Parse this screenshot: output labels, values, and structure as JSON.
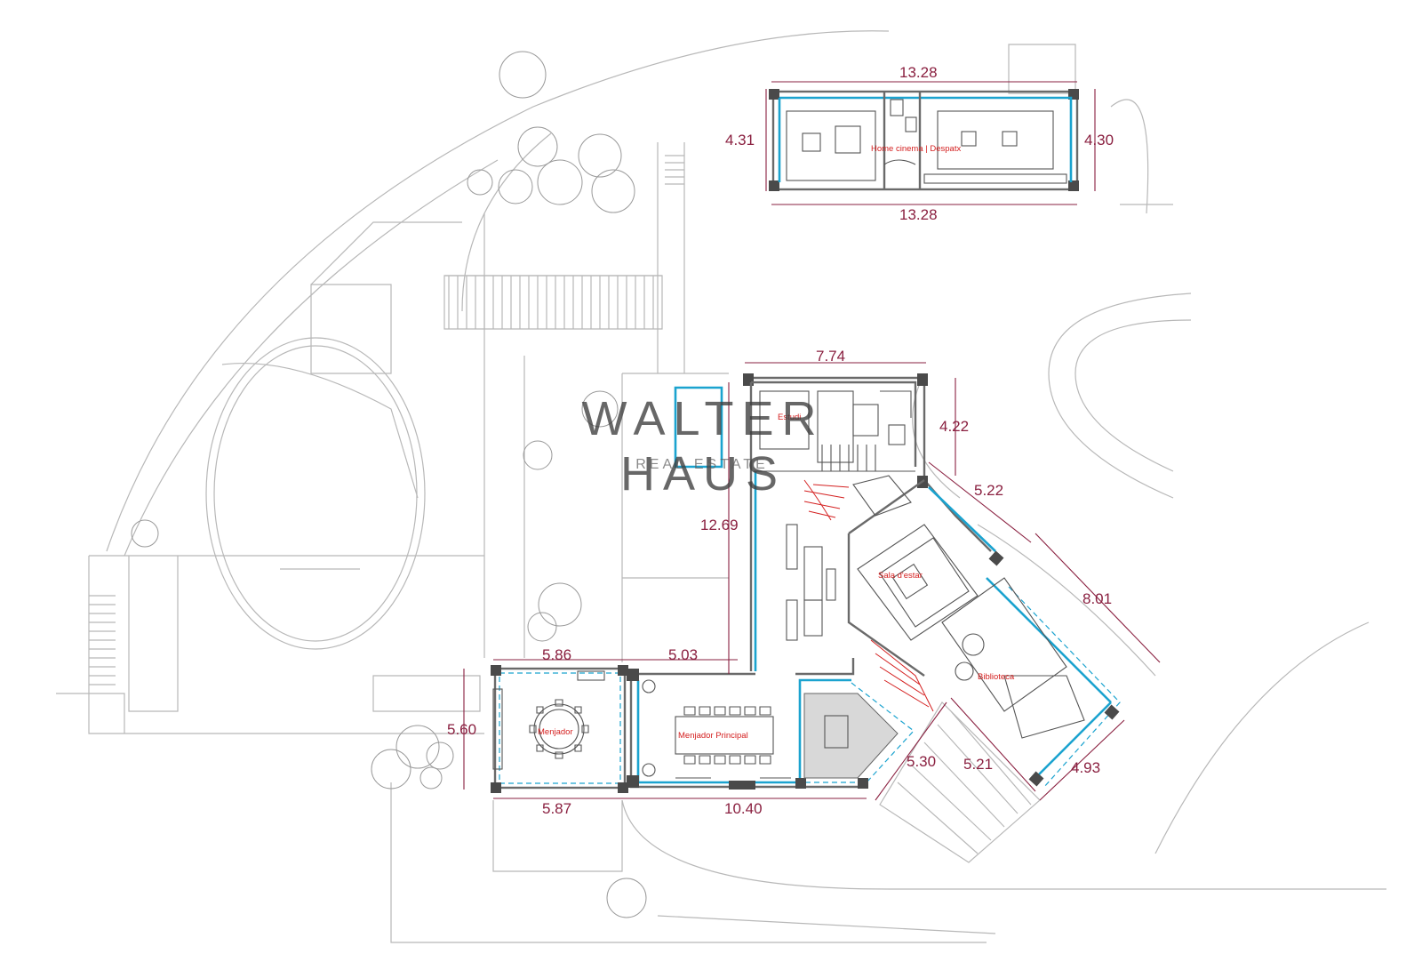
{
  "watermark": {
    "brand": "WALTER HAUS",
    "tagline": "REAL ESTATE"
  },
  "rooms": {
    "home_cinema": "Home cinema | Despatx",
    "estudi": "Estudi",
    "sala_estar": "Sala d'estar",
    "biblioteca": "Biblioteca",
    "menjador": "Menjador",
    "menjador_principal": "Menjador Principal"
  },
  "dimensions": {
    "annex_top": "13.28",
    "annex_bottom": "13.28",
    "annex_left": "4.31",
    "annex_right": "4.30",
    "main_top": "7.74",
    "main_right_top": "4.22",
    "diag_upper": "5.22",
    "main_left": "12.69",
    "diag_outer": "8.01",
    "dining_top": "5.86",
    "link_top": "5.03",
    "dining_left": "5.60",
    "dining_bottom": "5.87",
    "main_bottom": "10.40",
    "diag_a": "5.30",
    "diag_b": "5.21",
    "diag_c": "4.93"
  },
  "colors": {
    "dimension": "#8a2040",
    "glazing": "#1ba3cf",
    "room_label": "#d42020",
    "wall": "#6a6a6a"
  }
}
